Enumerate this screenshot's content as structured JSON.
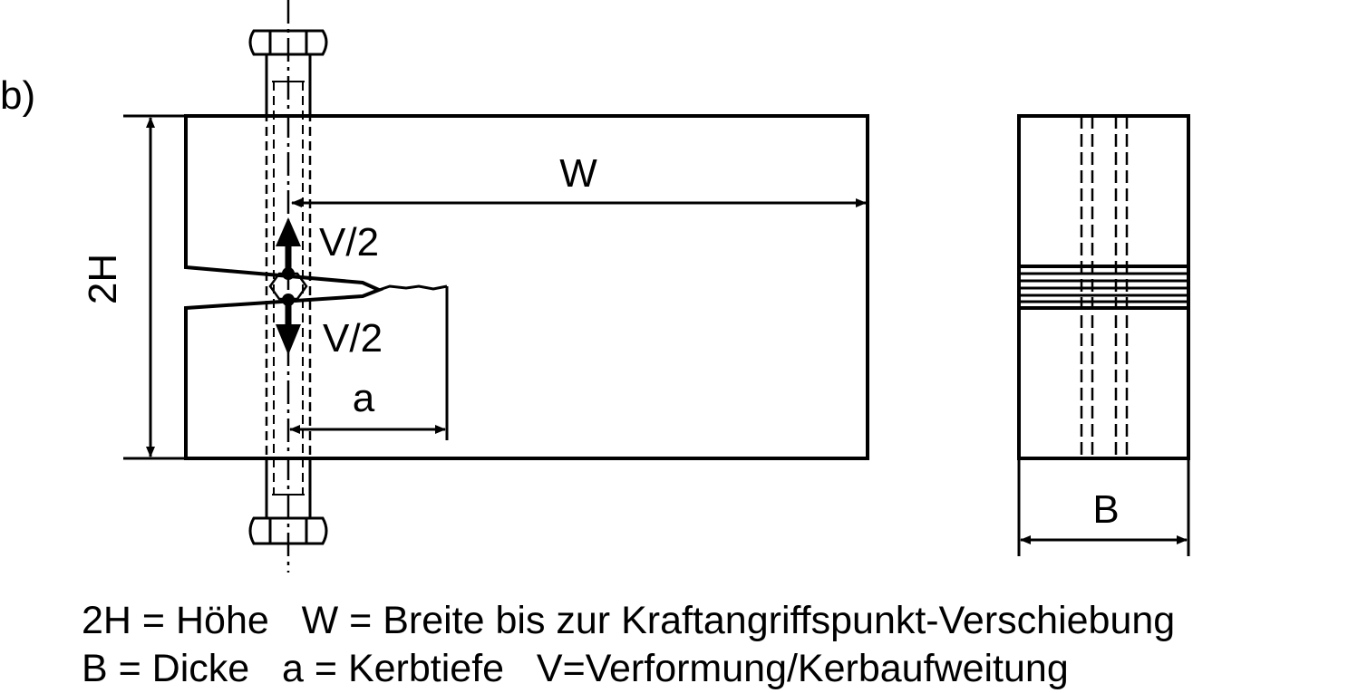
{
  "figure": {
    "panel_label": "b)",
    "labels": {
      "width": "W",
      "height": "2H",
      "force_top": "V/2",
      "force_bottom": "V/2",
      "notch_depth": "a",
      "thickness": "B"
    },
    "legend": {
      "line1": "2H = Höhe   W = Breite bis zur Kraftangriffspunkt-Verschiebung",
      "line2": "B = Dicke   a = Kerbtiefe   V=Verformung/Kerbaufweitung"
    }
  }
}
